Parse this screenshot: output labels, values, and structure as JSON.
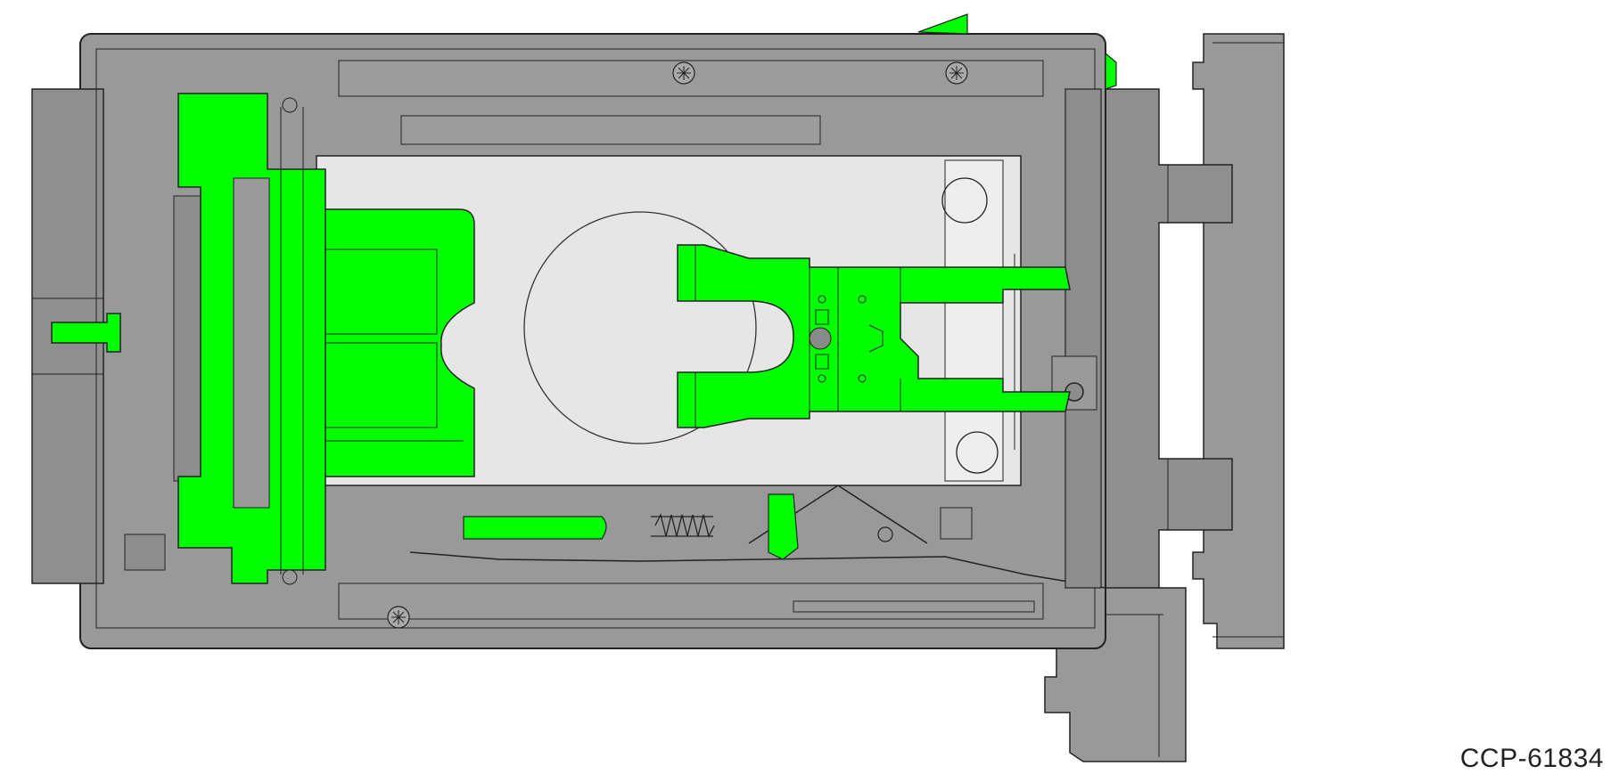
{
  "figure": {
    "id_label": "CCP-61834"
  },
  "colors": {
    "housing": "#999999",
    "housing_dark": "#8a8a8a",
    "outline": "#222222",
    "highlight": "#00ff00",
    "tray": "#e6e6e6",
    "tray_light": "#eeeeee",
    "background": "#ffffff"
  },
  "components": {
    "highlighted": [
      "left-carriage",
      "pusher-plate",
      "fork-gripper",
      "left-knob",
      "rear-slide",
      "top-clip",
      "right-tab",
      "latch-lever"
    ],
    "static": [
      "main-housing",
      "right-module",
      "bottom-bracket",
      "card-tray",
      "round-window",
      "screw-top-left",
      "screw-top-right",
      "screw-bottom",
      "spring"
    ]
  }
}
